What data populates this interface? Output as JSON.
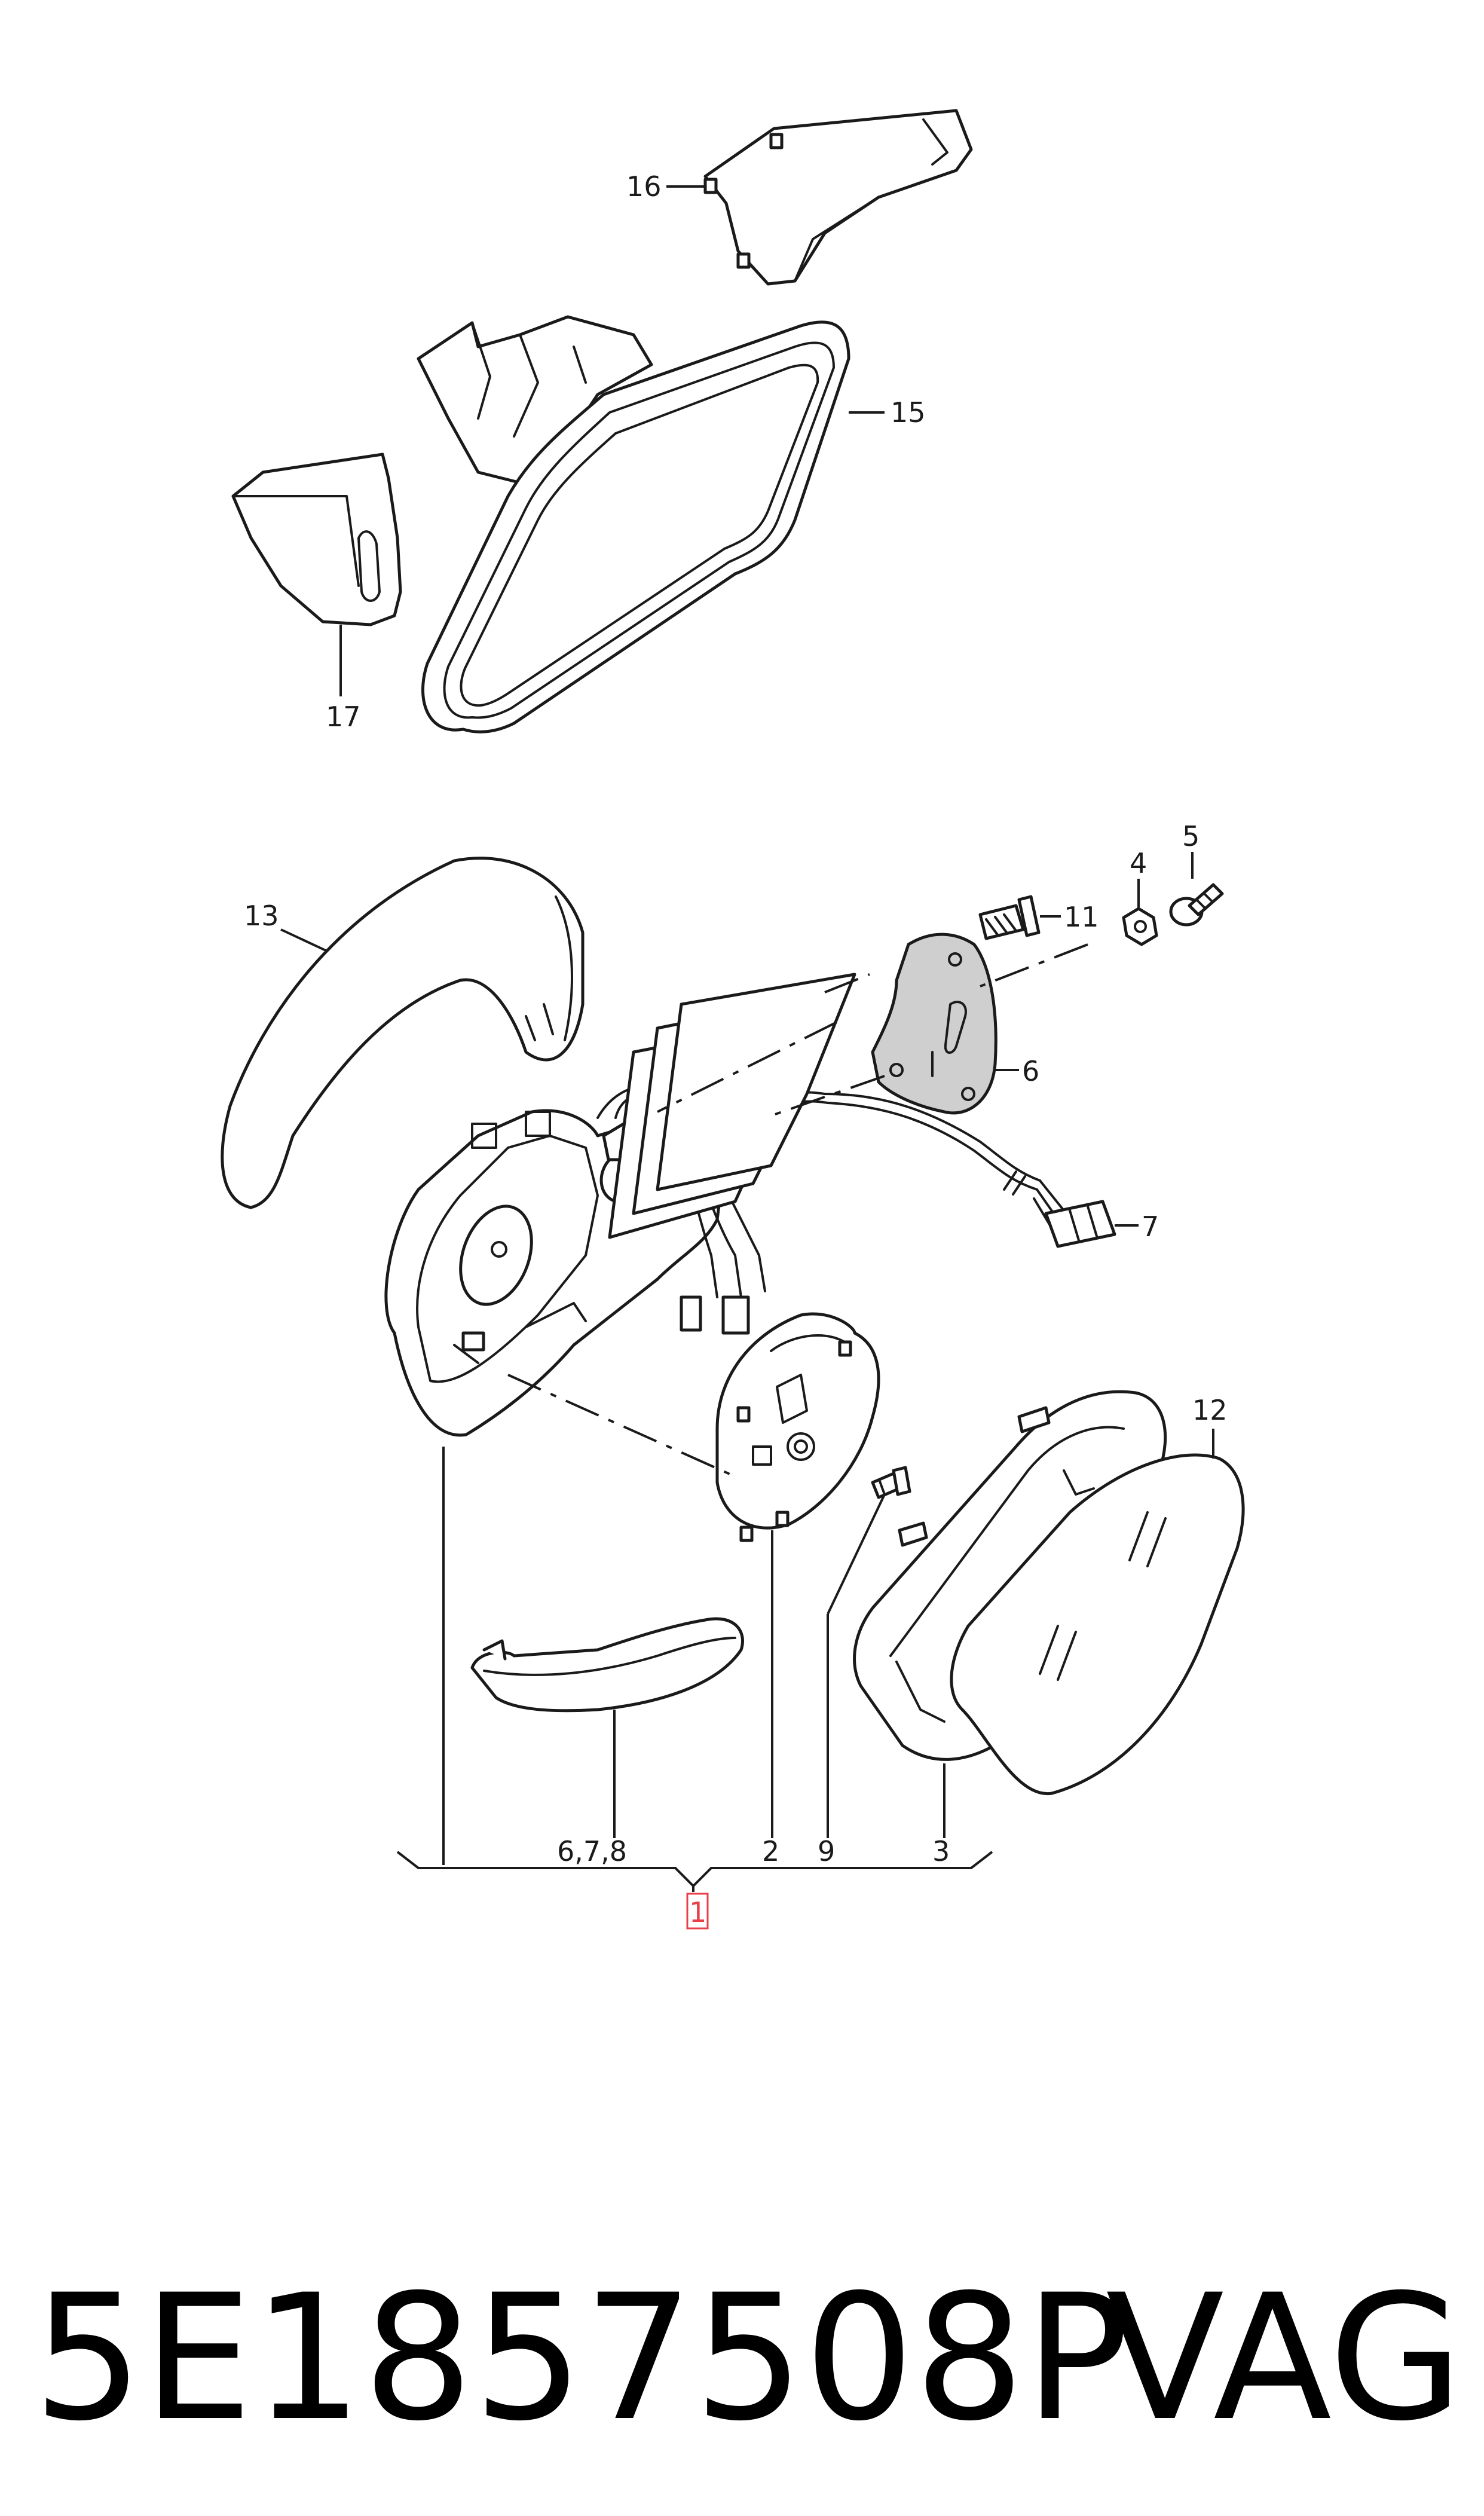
{
  "callouts": {
    "c16": "16",
    "c15": "15",
    "c17": "17",
    "c13": "13",
    "c4": "4",
    "c5": "5",
    "c11": "11",
    "c6": "6",
    "c7": "7",
    "c12": "12",
    "c678": "6,7,8",
    "c2": "2",
    "c9": "9",
    "c3": "3",
    "c1": "1"
  },
  "footer": {
    "part_number": "5E1857508P",
    "brand": "VAG"
  },
  "colors": {
    "line": "#1a1a1a",
    "highlight": "#e8404a"
  }
}
